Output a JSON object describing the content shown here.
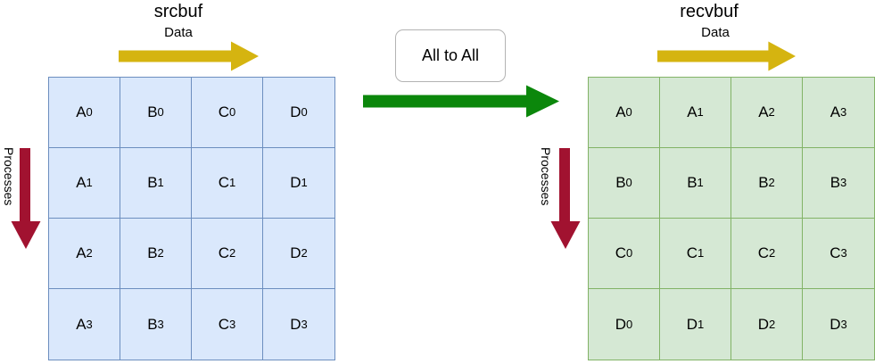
{
  "src": {
    "title": "srcbuf",
    "data_label": "Data",
    "processes_label": "Processes",
    "cells": [
      [
        "A0",
        "B0",
        "C0",
        "D0"
      ],
      [
        "A1",
        "B1",
        "C1",
        "D1"
      ],
      [
        "A2",
        "B2",
        "C2",
        "D2"
      ],
      [
        "A3",
        "B3",
        "C3",
        "D3"
      ]
    ]
  },
  "recv": {
    "title": "recvbuf",
    "data_label": "Data",
    "processes_label": "Processes",
    "cells": [
      [
        "A0",
        "A1",
        "A2",
        "A3"
      ],
      [
        "B0",
        "B1",
        "B2",
        "B3"
      ],
      [
        "C0",
        "C1",
        "C2",
        "C3"
      ],
      [
        "D0",
        "D1",
        "D2",
        "D3"
      ]
    ]
  },
  "center": {
    "label": "All to All"
  },
  "colors": {
    "src_cell_fill": "#dae8fc",
    "src_cell_border": "#6c8ebf",
    "recv_cell_fill": "#d5e8d4",
    "recv_cell_border": "#82b366",
    "data_arrow": "#d5b410",
    "process_arrow": "#a11230",
    "alltoall_arrow": "#0b870b",
    "box_border": "#b3b3b3"
  }
}
